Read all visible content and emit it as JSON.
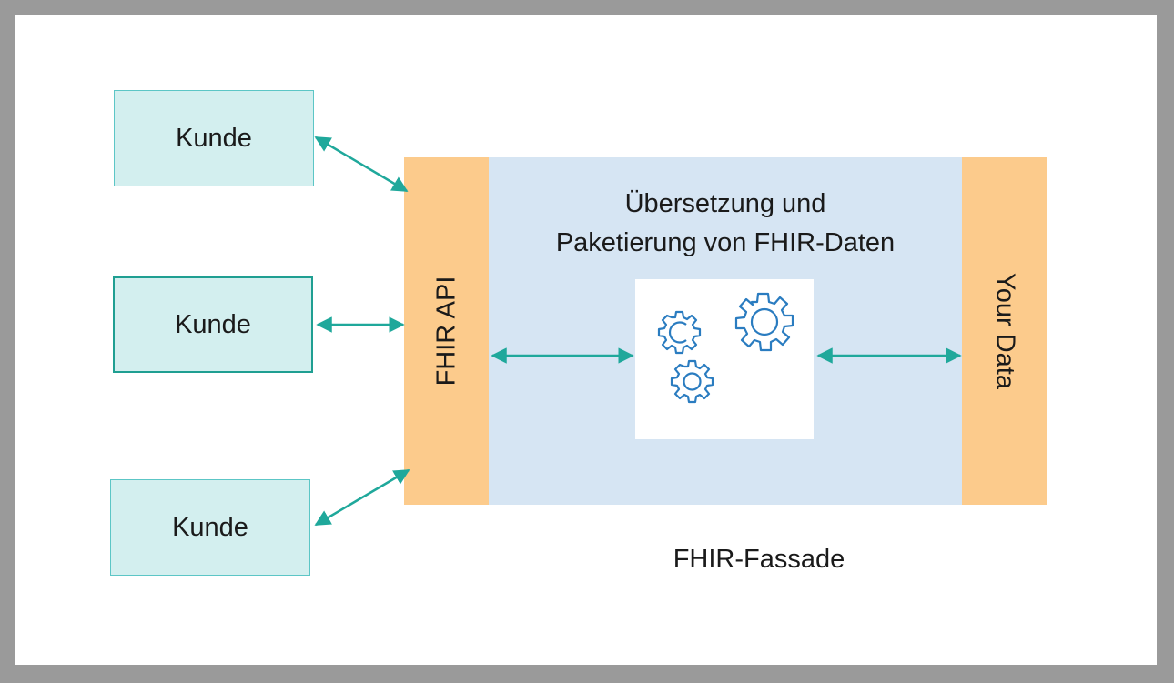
{
  "clients": [
    {
      "label": "Kunde"
    },
    {
      "label": "Kunde"
    },
    {
      "label": "Kunde"
    }
  ],
  "facade": {
    "left_band_label": "FHIR API",
    "right_band_label": "Your Data",
    "title_line1": "Übersetzung und",
    "title_line2": "Paketierung von FHIR-Daten",
    "caption": "FHIR-Fassade"
  },
  "icons": {
    "center": "gears-icon"
  },
  "colors": {
    "client_fill": "#d3efef",
    "client_border": "#5cc6c6",
    "band_fill": "#fccb8c",
    "facade_fill": "#d6e5f3",
    "arrow": "#1fa89b",
    "gear_stroke": "#2a7cc0"
  }
}
